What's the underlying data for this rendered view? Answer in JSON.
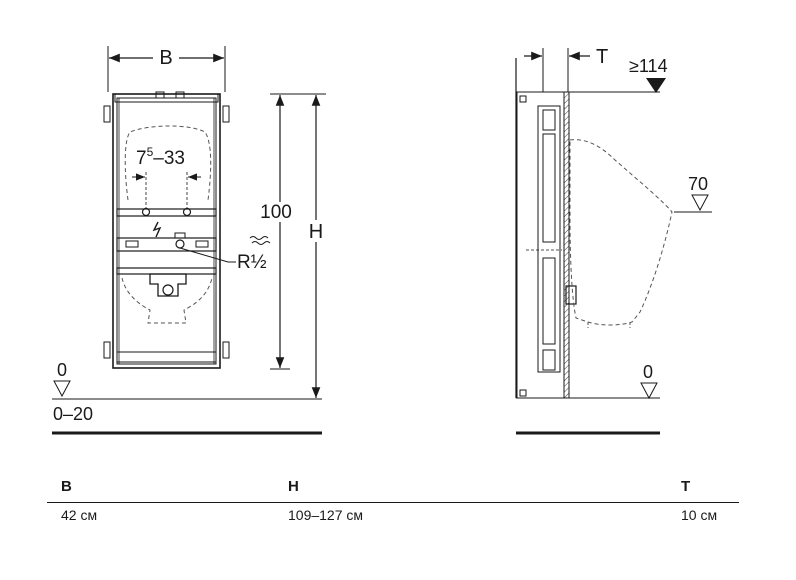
{
  "front_view": {
    "width_label": "B",
    "height_label": "H",
    "dim_100": "100",
    "spacing_label_base": "7",
    "spacing_label_sup": "5",
    "spacing_label_rest": "–33",
    "thread_label": "R½",
    "floor_level": "0",
    "floor_range": "0–20"
  },
  "side_view": {
    "depth_label": "T",
    "top_clearance": "≥114",
    "urinal_height": "70",
    "floor_level": "0"
  },
  "table": {
    "headers": [
      "B",
      "H",
      "T"
    ],
    "values": [
      "42 см",
      "109–127 см",
      "10 см"
    ]
  }
}
